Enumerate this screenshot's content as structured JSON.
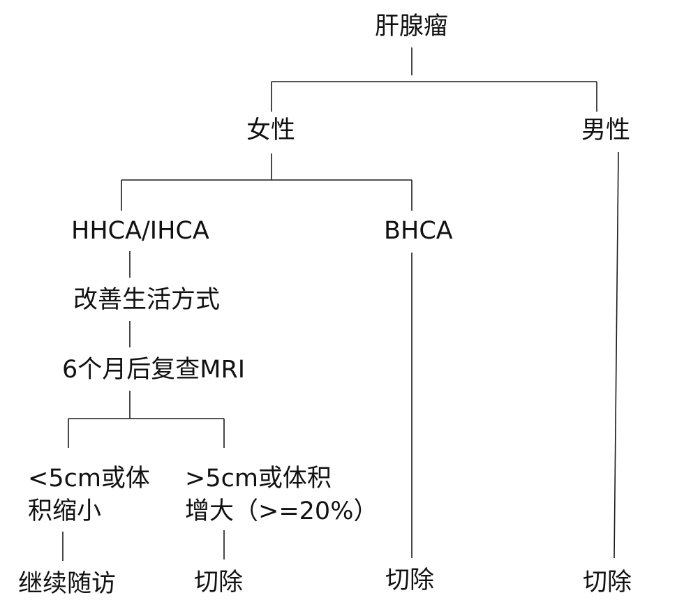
{
  "nodes": {
    "root": "肝腺瘤",
    "female": "女性",
    "male": "男性",
    "hhca": "HHCA/IHCA",
    "bhca": "BHCA",
    "lifestyle": "改善生活方式",
    "mri": "6个月后复查MRI",
    "small_line1": "<5cm或体",
    "small_line2": "积缩小",
    "large_line1": ">5cm或体积",
    "large_line2": "增大（>=20%）",
    "followup": "继续随访",
    "resect_a": "切除",
    "resect_b": "切除",
    "resect_c": "切除"
  }
}
